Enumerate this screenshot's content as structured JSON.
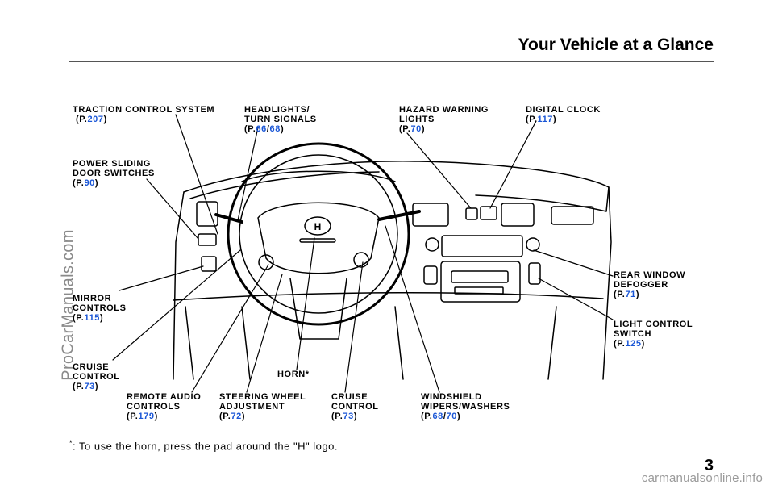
{
  "header": {
    "title": "Your Vehicle at a Glance"
  },
  "watermark": "ProCarManuals.com",
  "footer_watermark": "carmanualsonline.info",
  "page_number": "3",
  "footnote": {
    "mark": "*",
    "text": ": To use the horn, press the pad around the \"H\" logo."
  },
  "labels": {
    "traction": {
      "lines": [
        "TRACTION CONTROL SYSTEM"
      ],
      "pages": [
        "207"
      ]
    },
    "headlights": {
      "lines": [
        "HEADLIGHTS/",
        "TURN SIGNALS"
      ],
      "pages": [
        "66",
        "68"
      ]
    },
    "hazard": {
      "lines": [
        "HAZARD WARNING",
        "LIGHTS"
      ],
      "pages": [
        "70"
      ]
    },
    "clock": {
      "lines": [
        "DIGITAL CLOCK"
      ],
      "pages": [
        "117"
      ]
    },
    "sliding": {
      "lines": [
        "POWER SLIDING",
        "DOOR SWITCHES"
      ],
      "pages": [
        "90"
      ]
    },
    "mirror": {
      "lines": [
        "MIRROR",
        "CONTROLS"
      ],
      "pages": [
        "115"
      ]
    },
    "cruise_left": {
      "lines": [
        "CRUISE",
        "CONTROL"
      ],
      "pages": [
        "73"
      ]
    },
    "audio": {
      "lines": [
        "REMOTE AUDIO",
        "CONTROLS"
      ],
      "pages": [
        "179"
      ]
    },
    "steering": {
      "lines": [
        "STEERING WHEEL",
        "ADJUSTMENT"
      ],
      "pages": [
        "72"
      ]
    },
    "horn": {
      "lines": [
        "HORN*"
      ],
      "pages": []
    },
    "cruise_mid": {
      "lines": [
        "CRUISE",
        "CONTROL"
      ],
      "pages": [
        "73"
      ]
    },
    "wipers": {
      "lines": [
        "WINDSHIELD",
        "WIPERS/WASHERS"
      ],
      "pages": [
        "68",
        "70"
      ]
    },
    "defogger": {
      "lines": [
        "REAR WINDOW",
        "DEFOGGER"
      ],
      "pages": [
        "71"
      ]
    },
    "light_switch": {
      "lines": [
        "LIGHT CONTROL",
        "SWITCH"
      ],
      "pages": [
        "125"
      ]
    }
  },
  "illustration": {
    "logo": "H"
  }
}
